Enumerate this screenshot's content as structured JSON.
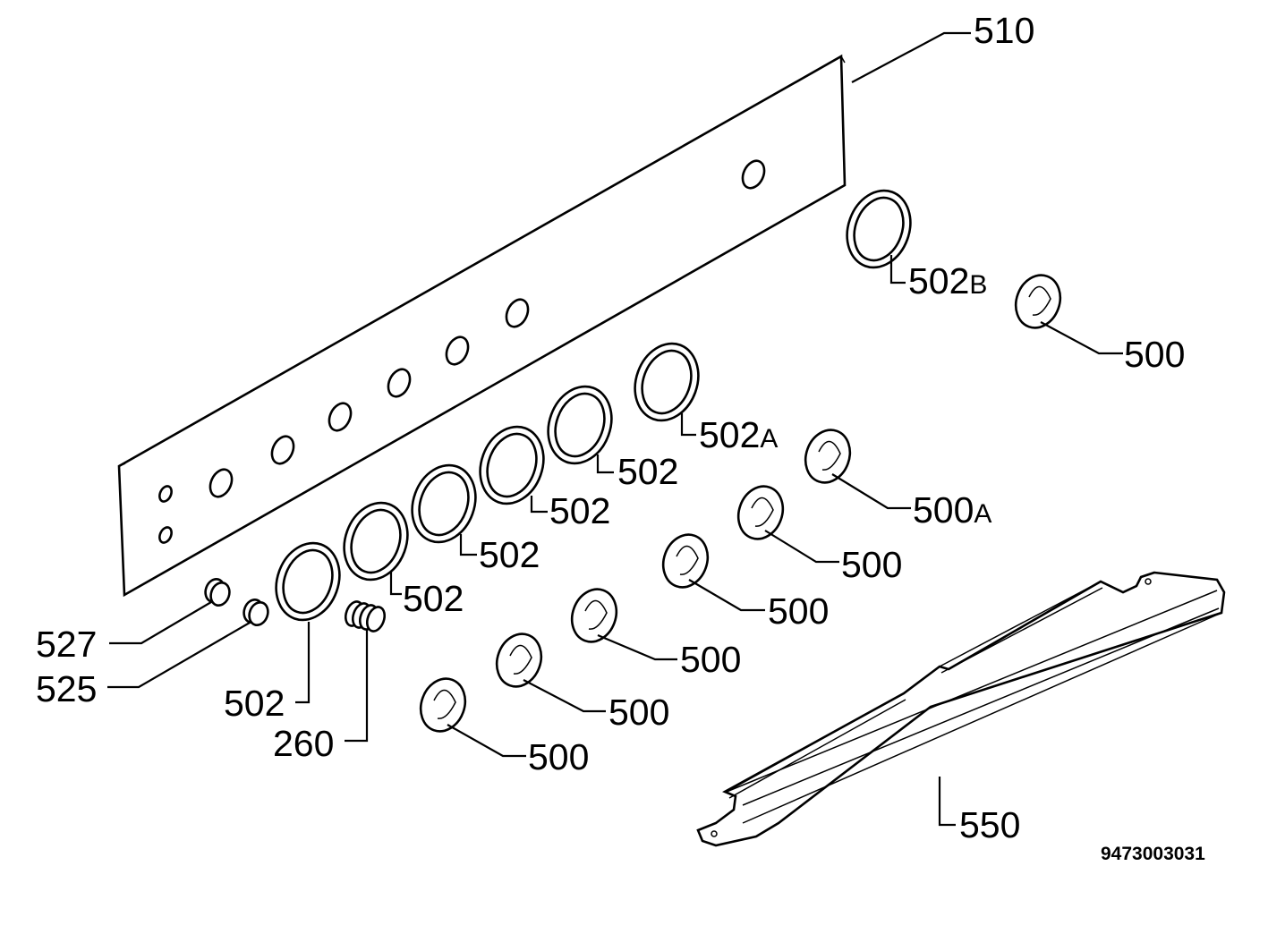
{
  "diagram": {
    "labels": {
      "panel": "510",
      "ring_b": "502",
      "ring_b_suffix": "B",
      "ring_a": "502",
      "ring_a_suffix": "A",
      "ring": "502",
      "knob": "500",
      "knob_a": "500",
      "knob_a_suffix": "A",
      "bushing_large": "527",
      "bushing_small": "525",
      "spring": "260",
      "handle": "550"
    },
    "drawing_code": "9473003031"
  }
}
